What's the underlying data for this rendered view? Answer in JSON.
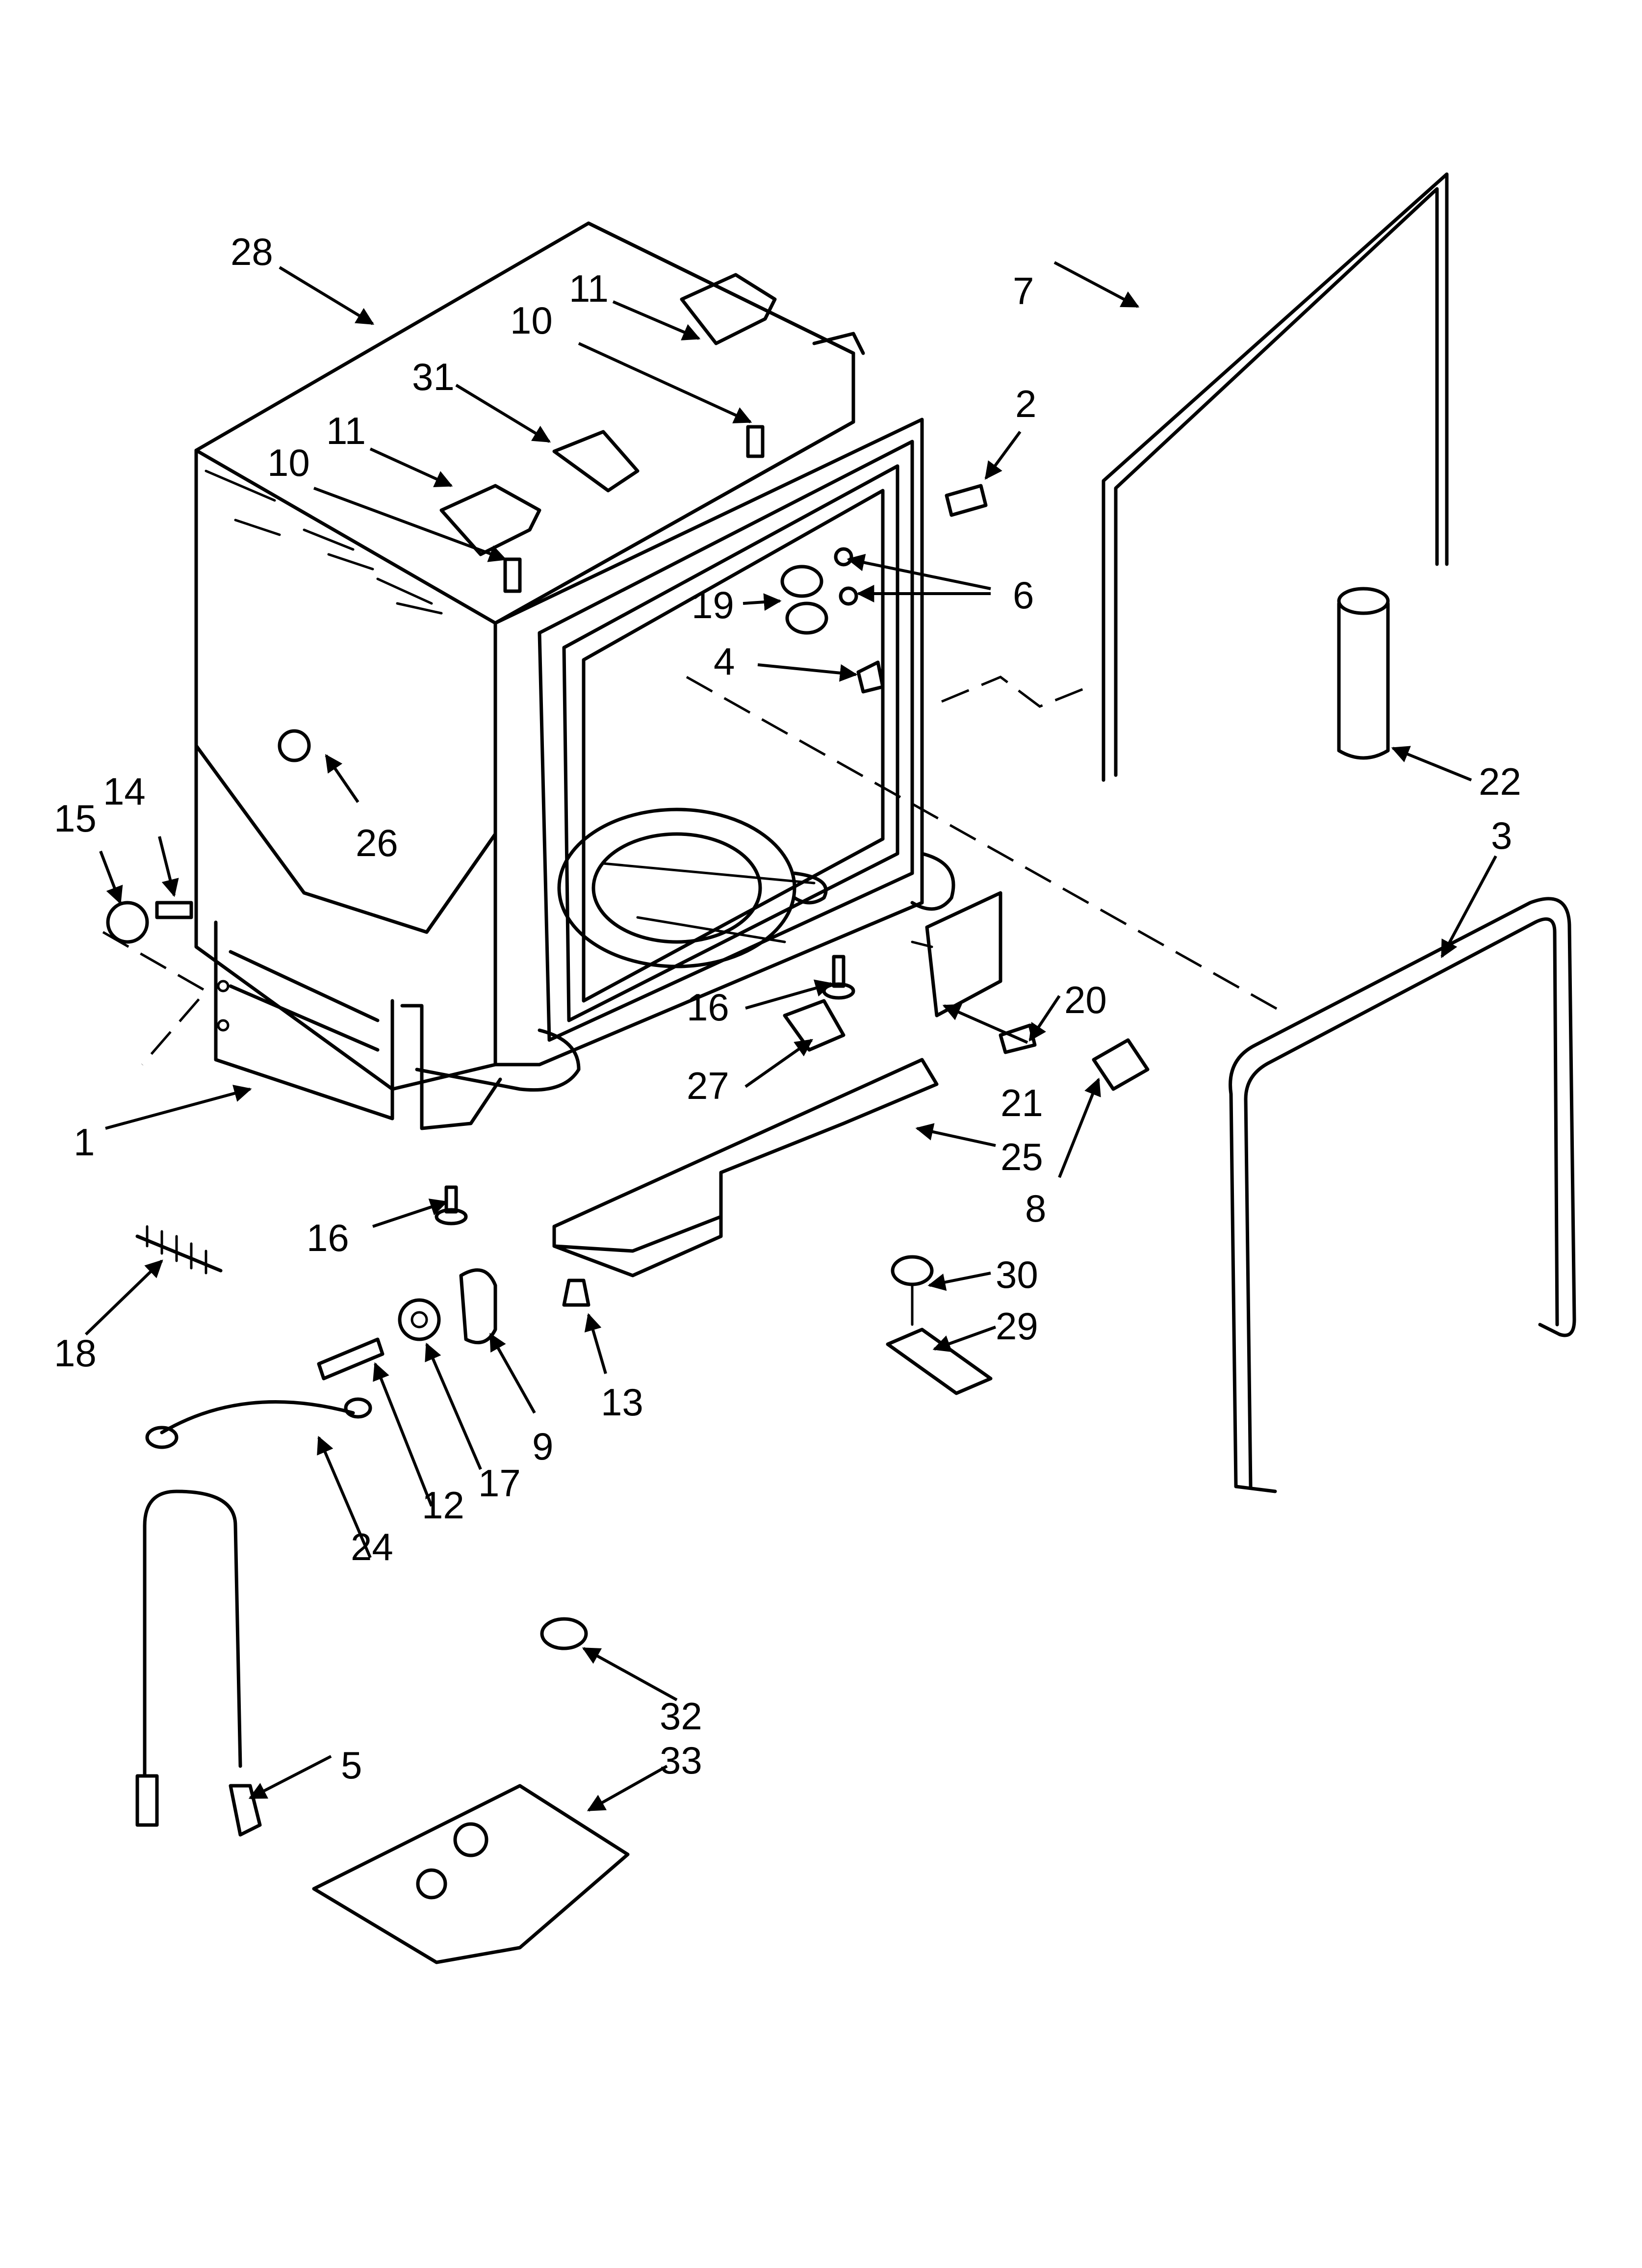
{
  "callouts": {
    "c1": "1",
    "c2": "2",
    "c3": "3",
    "c4": "4",
    "c5": "5",
    "c6": "6",
    "c7": "7",
    "c8": "8",
    "c9": "9",
    "c10a": "10",
    "c10b": "10",
    "c11a": "11",
    "c11b": "11",
    "c12": "12",
    "c13": "13",
    "c14": "14",
    "c15": "15",
    "c16a": "16",
    "c16b": "16",
    "c17": "17",
    "c18": "18",
    "c19": "19",
    "c20": "20",
    "c21": "21",
    "c22": "22",
    "c24": "24",
    "c25": "25",
    "c26": "26",
    "c27": "27",
    "c28": "28",
    "c29": "29",
    "c30": "30",
    "c31": "31",
    "c32": "32",
    "c33": "33"
  }
}
